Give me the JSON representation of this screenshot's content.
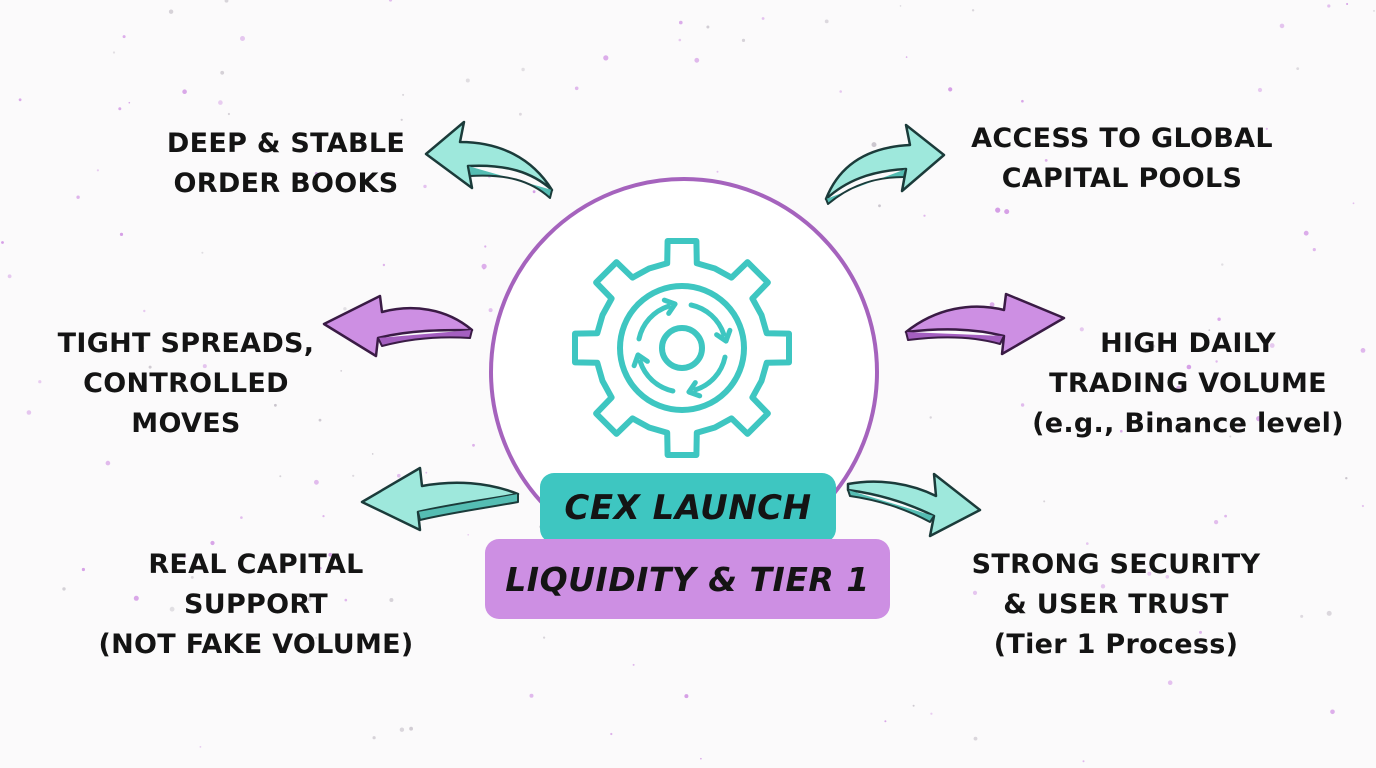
{
  "center": {
    "title": "CEX LAUNCH",
    "subtitle": "LIQUIDITY & TIER 1"
  },
  "benefits": {
    "top_left": [
      "DEEP & STABLE",
      "ORDER BOOKS"
    ],
    "top_right": [
      "ACCESS TO GLOBAL",
      "CAPITAL POOLS"
    ],
    "middle_left": [
      "TIGHT SPREADS,",
      "CONTROLLED",
      "MOVES"
    ],
    "middle_right": [
      "HIGH DAILY",
      "TRADING VOLUME",
      "(e.g., Binance level)"
    ],
    "bottom_left": [
      "REAL CAPITAL",
      "SUPPORT",
      "(NOT FAKE VOLUME)"
    ],
    "bottom_right": [
      "STRONG SECURITY",
      "& USER TRUST",
      "(Tier 1 Process)"
    ]
  },
  "colors": {
    "teal": "#3ec6c1",
    "teal_light": "#9ee8dc",
    "purple": "#cd8fe3",
    "purple_ring": "#a563bd",
    "text": "#141414",
    "background": "#fbfafb"
  },
  "icons": {
    "center": "gear-with-cycle-arrows-icon",
    "arrows": "curved-arrow-icon"
  }
}
